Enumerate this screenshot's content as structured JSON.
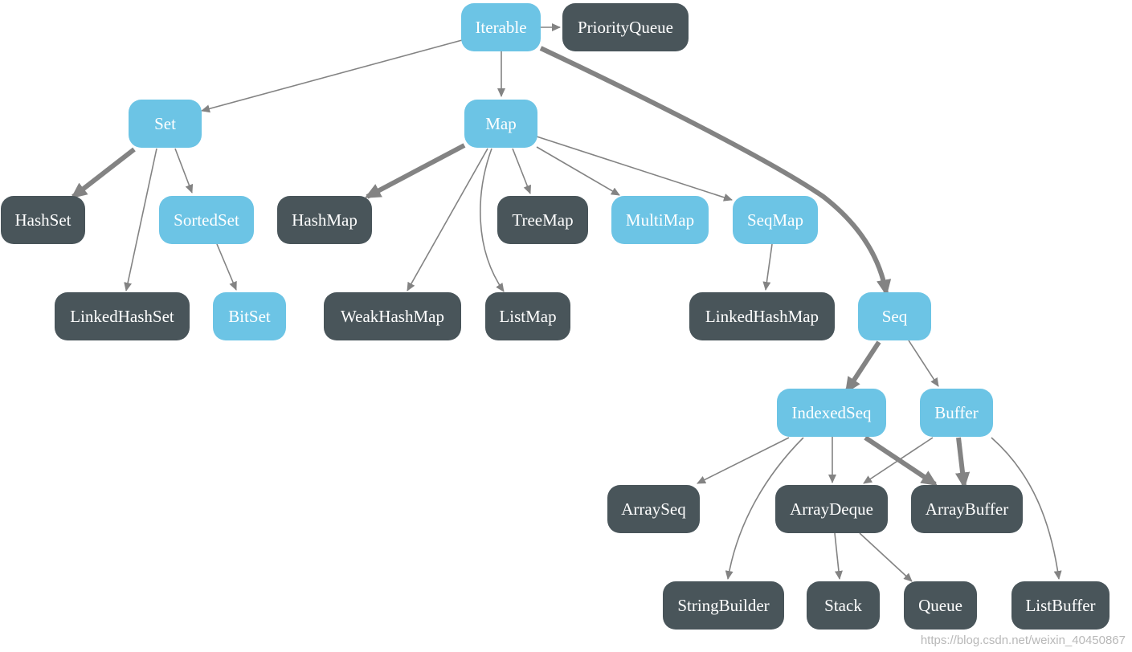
{
  "colors": {
    "trait": "#6cc4e5",
    "implementation": "#49555a",
    "edge": "#838383",
    "text": "#ffffff"
  },
  "nodes": {
    "iterable": "Iterable",
    "priority_queue": "PriorityQueue",
    "set": "Set",
    "map": "Map",
    "hash_set": "HashSet",
    "sorted_set": "SortedSet",
    "hash_map": "HashMap",
    "tree_map": "TreeMap",
    "multi_map": "MultiMap",
    "seq_map": "SeqMap",
    "linked_hash_set": "LinkedHashSet",
    "bit_set": "BitSet",
    "weak_hash_map": "WeakHashMap",
    "list_map": "ListMap",
    "linked_hash_map": "LinkedHashMap",
    "seq": "Seq",
    "indexed_seq": "IndexedSeq",
    "buffer": "Buffer",
    "array_seq": "ArraySeq",
    "array_deque": "ArrayDeque",
    "array_buffer": "ArrayBuffer",
    "string_builder": "StringBuilder",
    "stack": "Stack",
    "queue": "Queue",
    "list_buffer": "ListBuffer"
  },
  "edges": [
    {
      "from": "Iterable",
      "to": "PriorityQueue",
      "weight": "thin"
    },
    {
      "from": "Iterable",
      "to": "Set",
      "weight": "thin"
    },
    {
      "from": "Iterable",
      "to": "Map",
      "weight": "thin"
    },
    {
      "from": "Iterable",
      "to": "Seq",
      "weight": "thick"
    },
    {
      "from": "Set",
      "to": "HashSet",
      "weight": "thick"
    },
    {
      "from": "Set",
      "to": "LinkedHashSet",
      "weight": "thin"
    },
    {
      "from": "Set",
      "to": "SortedSet",
      "weight": "thin"
    },
    {
      "from": "SortedSet",
      "to": "BitSet",
      "weight": "thin"
    },
    {
      "from": "Map",
      "to": "HashMap",
      "weight": "thick"
    },
    {
      "from": "Map",
      "to": "WeakHashMap",
      "weight": "thin"
    },
    {
      "from": "Map",
      "to": "ListMap",
      "weight": "thin"
    },
    {
      "from": "Map",
      "to": "TreeMap",
      "weight": "thin"
    },
    {
      "from": "Map",
      "to": "MultiMap",
      "weight": "thin"
    },
    {
      "from": "Map",
      "to": "SeqMap",
      "weight": "thin"
    },
    {
      "from": "SeqMap",
      "to": "LinkedHashMap",
      "weight": "thin"
    },
    {
      "from": "Seq",
      "to": "IndexedSeq",
      "weight": "thick"
    },
    {
      "from": "Seq",
      "to": "Buffer",
      "weight": "thin"
    },
    {
      "from": "IndexedSeq",
      "to": "ArraySeq",
      "weight": "thin"
    },
    {
      "from": "IndexedSeq",
      "to": "StringBuilder",
      "weight": "thin"
    },
    {
      "from": "IndexedSeq",
      "to": "ArrayDeque",
      "weight": "thin"
    },
    {
      "from": "IndexedSeq",
      "to": "ArrayBuffer",
      "weight": "thick"
    },
    {
      "from": "Buffer",
      "to": "ArrayDeque",
      "weight": "thin"
    },
    {
      "from": "Buffer",
      "to": "ArrayBuffer",
      "weight": "thick"
    },
    {
      "from": "Buffer",
      "to": "ListBuffer",
      "weight": "thin"
    },
    {
      "from": "ArrayDeque",
      "to": "Stack",
      "weight": "thin"
    },
    {
      "from": "ArrayDeque",
      "to": "Queue",
      "weight": "thin"
    }
  ],
  "watermark": "https://blog.csdn.net/weixin_40450867"
}
